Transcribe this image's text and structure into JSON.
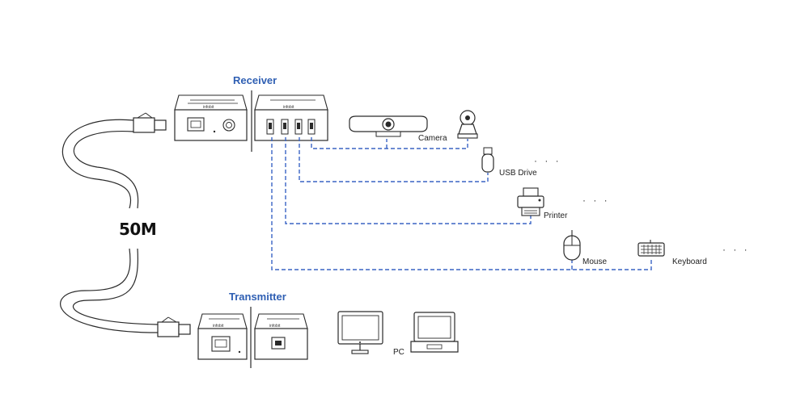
{
  "labels": {
    "receiver": "Receiver",
    "transmitter": "Transmitter",
    "distance": "50M",
    "camera": "Camera",
    "usb_drive": "USB Drive",
    "printer": "Printer",
    "mouse": "Mouse",
    "keyboard": "Keyboard",
    "pc": "PC",
    "brand": "infobit",
    "ellipsis": "· · ·"
  },
  "colors": {
    "title": "#2f5fb3",
    "dashed_link": "#3a64c4",
    "outline": "#2a2a2a"
  }
}
